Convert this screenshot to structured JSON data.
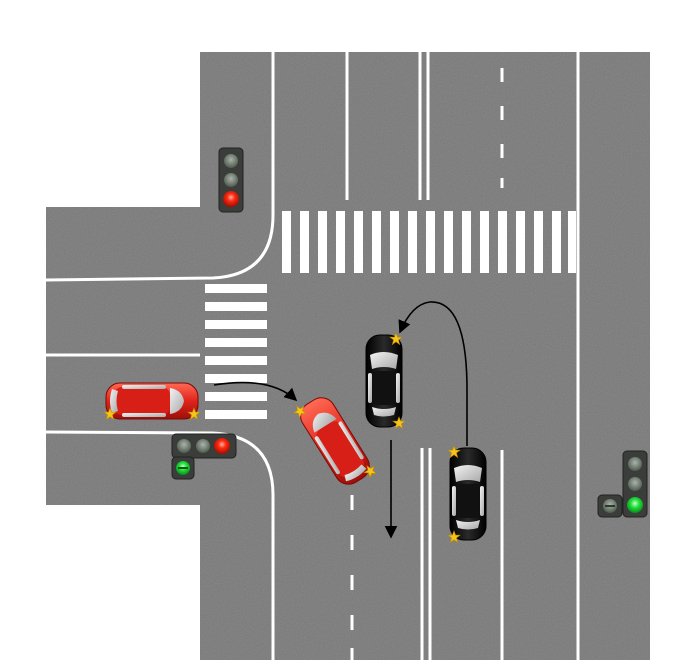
{
  "scene": {
    "type": "traffic-intersection-diagram",
    "background": "#ffffff",
    "colors": {
      "asphalt": "#767676",
      "marking": "#ffffff",
      "red_car": "#e0241b",
      "black_car": "#111111",
      "turn_signal": "#f5c518",
      "light_red": "#ff2a12",
      "light_green": "#1fe03a",
      "light_off": "#5e6a5e",
      "arrow": "#000000"
    },
    "vehicles": [
      {
        "id": "red-car-left-approach",
        "color": "red_car",
        "state": "approaching intersection from the left"
      },
      {
        "id": "red-car-turning",
        "color": "red_car",
        "state": "turning right into the intersection"
      },
      {
        "id": "black-car-u-turning",
        "color": "black_car",
        "state": "completing U-turn"
      },
      {
        "id": "black-car-bottom",
        "color": "black_car",
        "state": "driving up, about to U-turn"
      }
    ],
    "traffic_lights": [
      {
        "id": "light-top-left",
        "active": "red",
        "icon": "traffic-light-icon"
      },
      {
        "id": "light-left-horizontal",
        "active": "red",
        "arrow_section": "green",
        "icon": "traffic-light-icon"
      },
      {
        "id": "light-right",
        "active": "green",
        "arrow_section": "green",
        "icon": "traffic-light-icon"
      }
    ],
    "paths": [
      {
        "id": "path-red-right-turn",
        "icon": "curved-arrow-icon"
      },
      {
        "id": "path-black-u-turn",
        "icon": "u-turn-arrow-icon"
      },
      {
        "id": "path-black-straight-down",
        "icon": "straight-arrow-icon"
      }
    ]
  }
}
